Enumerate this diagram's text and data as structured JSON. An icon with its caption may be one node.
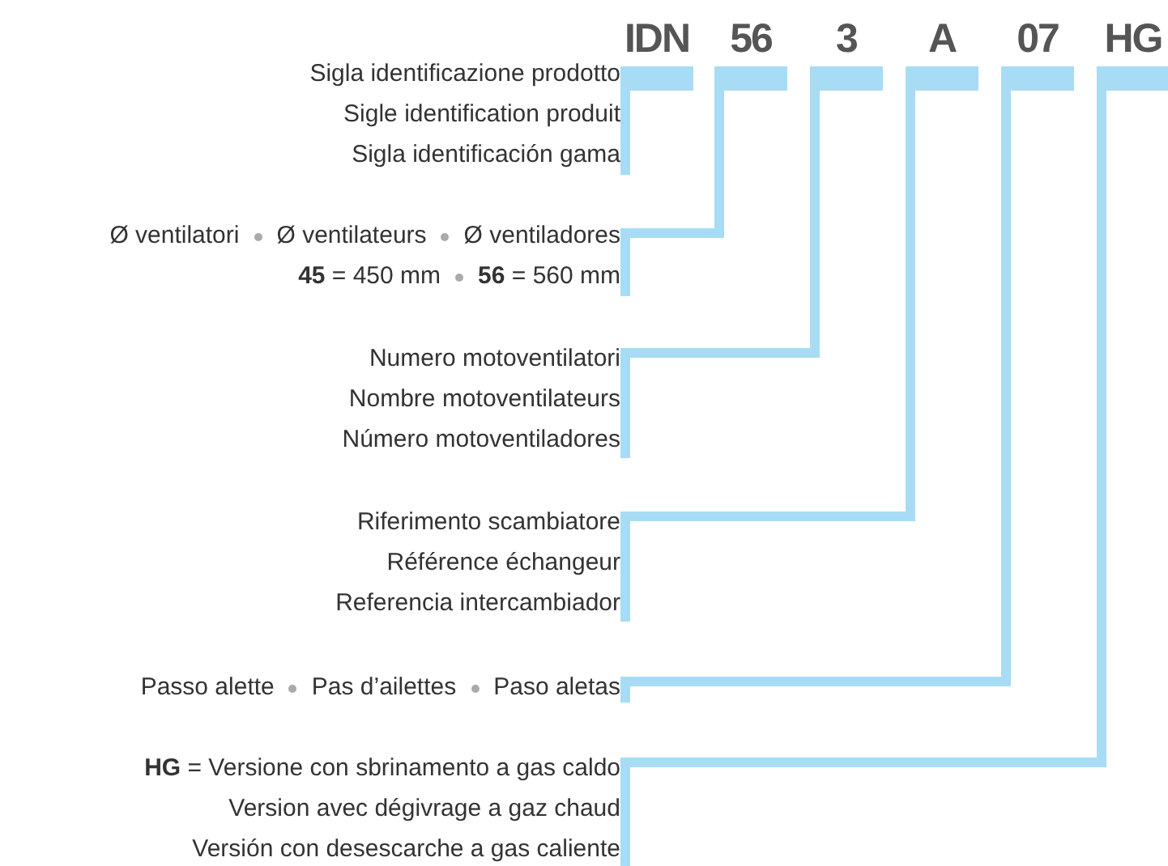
{
  "diagram": {
    "nodes": [
      {
        "text": [
          "IDN"
        ]
      },
      {
        "text": [
          "56"
        ]
      },
      {
        "text": [
          "3"
        ]
      },
      {
        "text": [
          "A"
        ]
      },
      {
        "text": [
          "07"
        ]
      },
      {
        "text": [
          "HG"
        ]
      },
      {
        "text": [
          "Sigla identificazione prodotto",
          "Sigle identification produit",
          "Sigla identificación gama"
        ]
      },
      {
        "text": [
          "Ø ventilatori",
          "Ø ventilateurs",
          "Ø ventiladores",
          "**45** = 450 mm",
          "**56** = 560 mm"
        ]
      },
      {
        "text": [
          "Numero motoventilatori",
          "Nombre motoventilateurs",
          "Número motoventiladores"
        ]
      },
      {
        "text": [
          "Riferimento scambiatore",
          "Référence échangeur",
          "Referencia intercambiador"
        ]
      },
      {
        "text": [
          "Passo alette",
          "Pas d’ailettes",
          "Paso aletas"
        ]
      },
      {
        "text": [
          "**HG** = Versione con sbrinamento a gas caldo",
          "Version avec dégivrage a gaz chaud",
          "Versión con desescarche a gas caliente"
        ]
      }
    ],
    "edges": [
      {
        "from": 0,
        "to": 6,
        "arrow": "none"
      },
      {
        "from": 1,
        "to": 7,
        "arrow": "none"
      },
      {
        "from": 2,
        "to": 8,
        "arrow": "none"
      },
      {
        "from": 3,
        "to": 9,
        "arrow": "none"
      },
      {
        "from": 4,
        "to": 10,
        "arrow": "none"
      },
      {
        "from": 5,
        "to": 11,
        "arrow": "none"
      }
    ]
  }
}
